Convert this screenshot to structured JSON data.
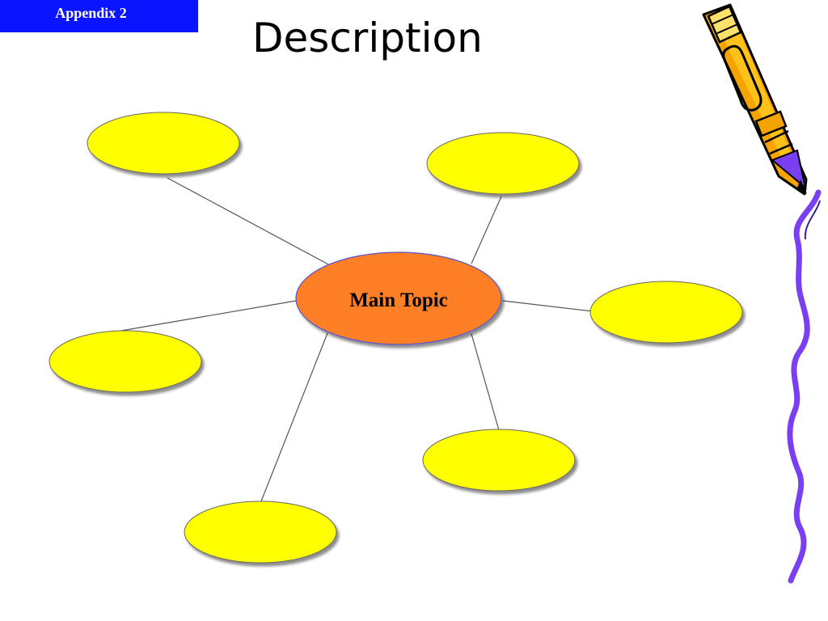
{
  "appendix_label": "Appendix 2",
  "title": "Description",
  "diagram": {
    "central_node": {
      "label": "Main Topic",
      "fill_color": "#ff7f27",
      "outline_color": "#5555cc"
    },
    "satellite_nodes": [
      {
        "id": "top-left",
        "label": ""
      },
      {
        "id": "top-right",
        "label": ""
      },
      {
        "id": "right",
        "label": ""
      },
      {
        "id": "bottom-right",
        "label": ""
      },
      {
        "id": "bottom-center",
        "label": ""
      },
      {
        "id": "left",
        "label": ""
      }
    ],
    "satellite_fill_color": "#ffff00",
    "connector_color": "#555555"
  },
  "decorations": {
    "pencil_icon": "pencil-clipart-icon",
    "border_line_color": "#7b3ff2"
  }
}
